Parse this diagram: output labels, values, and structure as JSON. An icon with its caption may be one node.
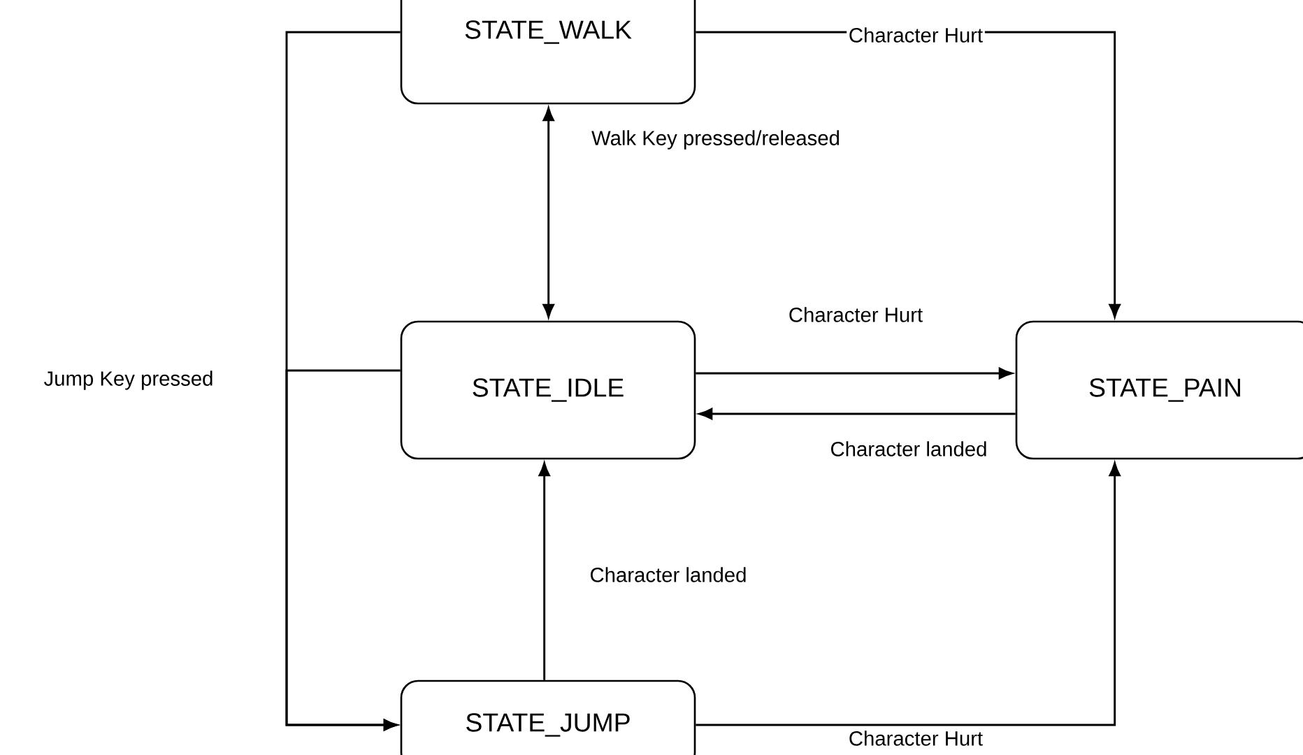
{
  "diagram": {
    "nodes": [
      {
        "text": [
          "STATE_WALK"
        ]
      },
      {
        "text": [
          "STATE_IDLE"
        ]
      },
      {
        "text": [
          "STATE_PAIN"
        ]
      },
      {
        "text": [
          "STATE_JUMP"
        ]
      }
    ],
    "edges": [
      {
        "from": 0,
        "to": 2,
        "arrow": "to",
        "label": "Character Hurt"
      },
      {
        "from": 0,
        "to": 1,
        "arrow": "both",
        "label": "Walk Key pressed/released"
      },
      {
        "from": 1,
        "to": 2,
        "arrow": "to",
        "label": "Character Hurt"
      },
      {
        "from": 2,
        "to": 1,
        "arrow": "to",
        "label": "Character landed"
      },
      {
        "from": 3,
        "to": 1,
        "arrow": "to",
        "label": "Character landed"
      },
      {
        "from": 3,
        "to": 2,
        "arrow": "to",
        "label": "Character Hurt"
      },
      {
        "from": 0,
        "to": 3,
        "arrow": "to",
        "label": "Jump Key pressed"
      },
      {
        "from": 1,
        "to": 3,
        "arrow": "to"
      }
    ]
  }
}
